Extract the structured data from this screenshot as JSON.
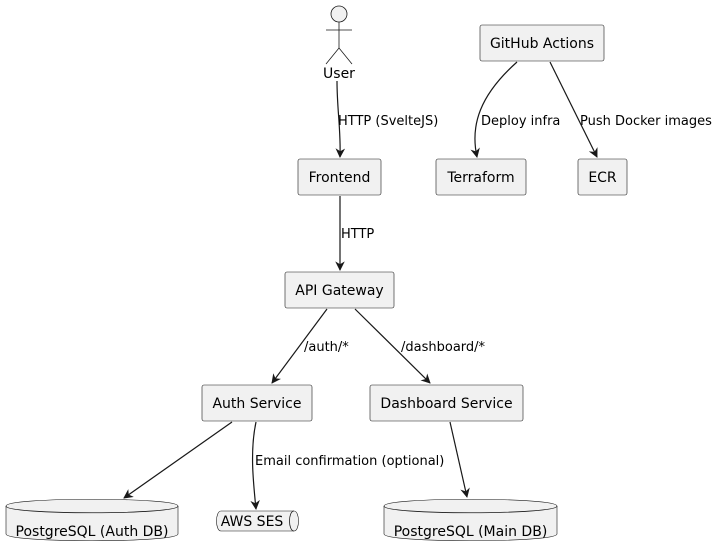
{
  "nodes": {
    "user": "User",
    "frontend": "Frontend",
    "api_gateway": "API Gateway",
    "auth_service": "Auth Service",
    "dashboard_service": "Dashboard Service",
    "postgres_auth": "PostgreSQL (Auth DB)",
    "aws_ses": "AWS SES",
    "postgres_main": "PostgreSQL (Main DB)",
    "github_actions": "GitHub Actions",
    "terraform": "Terraform",
    "ecr": "ECR"
  },
  "edges": {
    "user_frontend": "HTTP (SvelteJS)",
    "frontend_api": "HTTP",
    "api_auth": "/auth/*",
    "api_dashboard": "/dashboard/*",
    "auth_ses": "Email confirmation (optional)",
    "gh_terraform": "Deploy infra",
    "gh_ecr": "Push Docker images"
  }
}
